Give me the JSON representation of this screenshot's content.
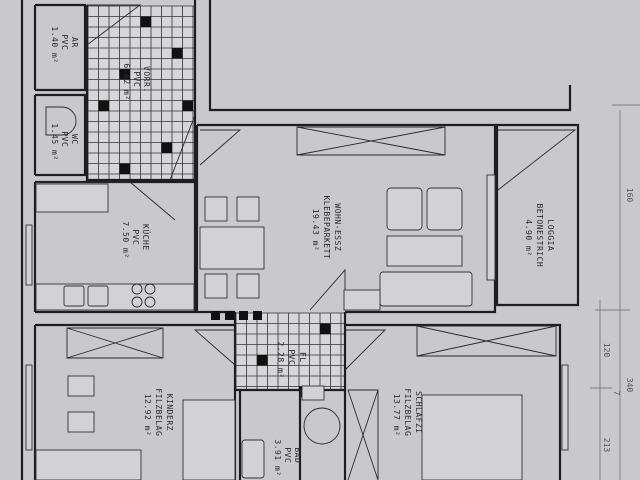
{
  "rooms": {
    "ar": {
      "name": "AR",
      "floor": "PVC",
      "area": "1.40 m²"
    },
    "vorr": {
      "name": "VORR.",
      "floor": "PVC",
      "area": "6.62 m²"
    },
    "wc": {
      "name": "WC",
      "floor": "PVC",
      "area": "1.45 m²"
    },
    "kueche": {
      "name": "KÜCHE",
      "floor": "PVC",
      "area": "7.50 m²"
    },
    "wohn": {
      "name": "WOHN-ESSZ",
      "floor": "KLEBEPARKETT",
      "area": "19.43 m²"
    },
    "loggia": {
      "name": "LOGGIA",
      "floor": "BETONESTRICH",
      "area": "4.90 m²"
    },
    "kinderz": {
      "name": "KINDERZ",
      "floor": "FILZBELAG",
      "area": "12.92 m²"
    },
    "fl": {
      "name": "FL",
      "floor": "PVC",
      "area": "2.28 m²"
    },
    "bad": {
      "name": "BAD",
      "floor": "PVC",
      "area": "3.91 m²"
    },
    "schlafzi": {
      "name": "SCHLAFZI",
      "floor": "FILZBELAG",
      "area": "13.77 m²"
    }
  },
  "dimensions": [
    "160",
    "120",
    "340",
    "7",
    "213"
  ]
}
